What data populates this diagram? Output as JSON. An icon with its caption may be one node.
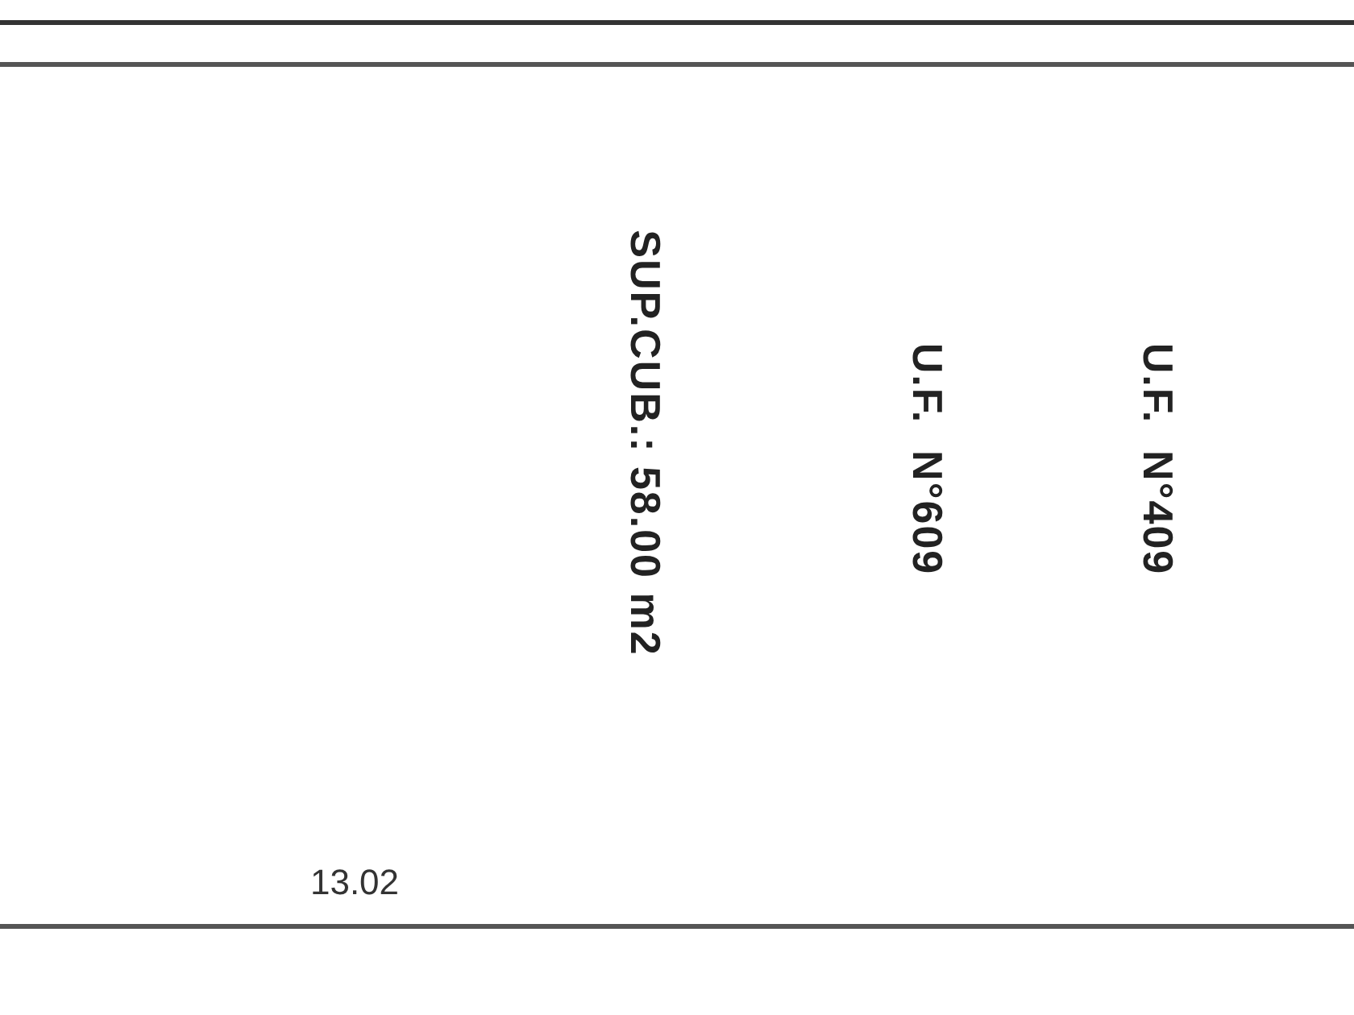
{
  "diagram": {
    "labels": [
      "SUP.CUB.: 58.00 m2",
      "U.F.  N°609",
      "U.F.  N°409",
      "13.02"
    ]
  }
}
